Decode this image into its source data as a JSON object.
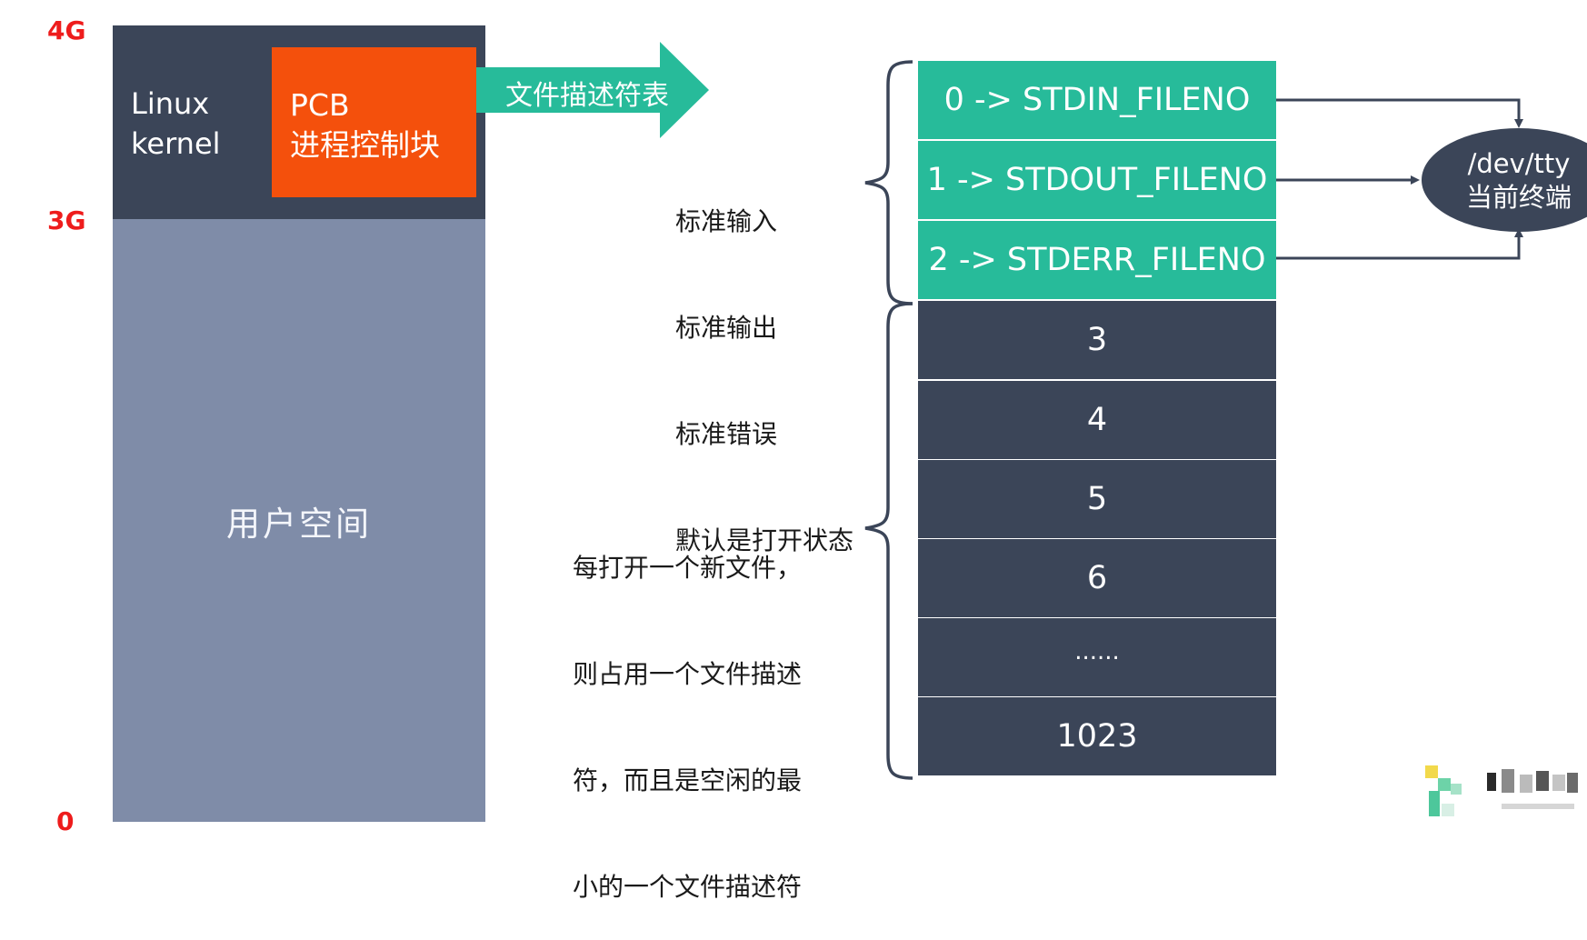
{
  "memory": {
    "label_4g": "4G",
    "label_3g": "3G",
    "label_0": "0",
    "kernel_line1": "Linux",
    "kernel_line2": "kernel",
    "pcb_line1": "PCB",
    "pcb_line2": "进程控制块",
    "user_space": "用户空间"
  },
  "fd_table_arrow": "文件描述符表",
  "std_note": {
    "line1": "标准输入",
    "line2": "标准输出",
    "line3": "标准错误",
    "line4": "默认是打开状态"
  },
  "fd_note": {
    "line1": "每打开一个新文件，",
    "line2": "则占用一个文件描述",
    "line3": "符，而且是空闲的最",
    "line4": "小的一个文件描述符"
  },
  "fd_rows": [
    {
      "label": "0 -> STDIN_FILENO"
    },
    {
      "label": "1 -> STDOUT_FILENO"
    },
    {
      "label": "2 -> STDERR_FILENO"
    },
    {
      "label": "3"
    },
    {
      "label": "4"
    },
    {
      "label": "5"
    },
    {
      "label": "6"
    },
    {
      "label": "......"
    },
    {
      "label": "1023"
    }
  ],
  "tty": {
    "line1": "/dev/tty",
    "line2": "当前终端"
  },
  "colors": {
    "kernel": "#3b4558",
    "user_space": "#7f8ca8",
    "pcb": "#f4500c",
    "teal": "#27bb9a",
    "label_red": "#ee1c1c",
    "connector": "#3b4558"
  }
}
